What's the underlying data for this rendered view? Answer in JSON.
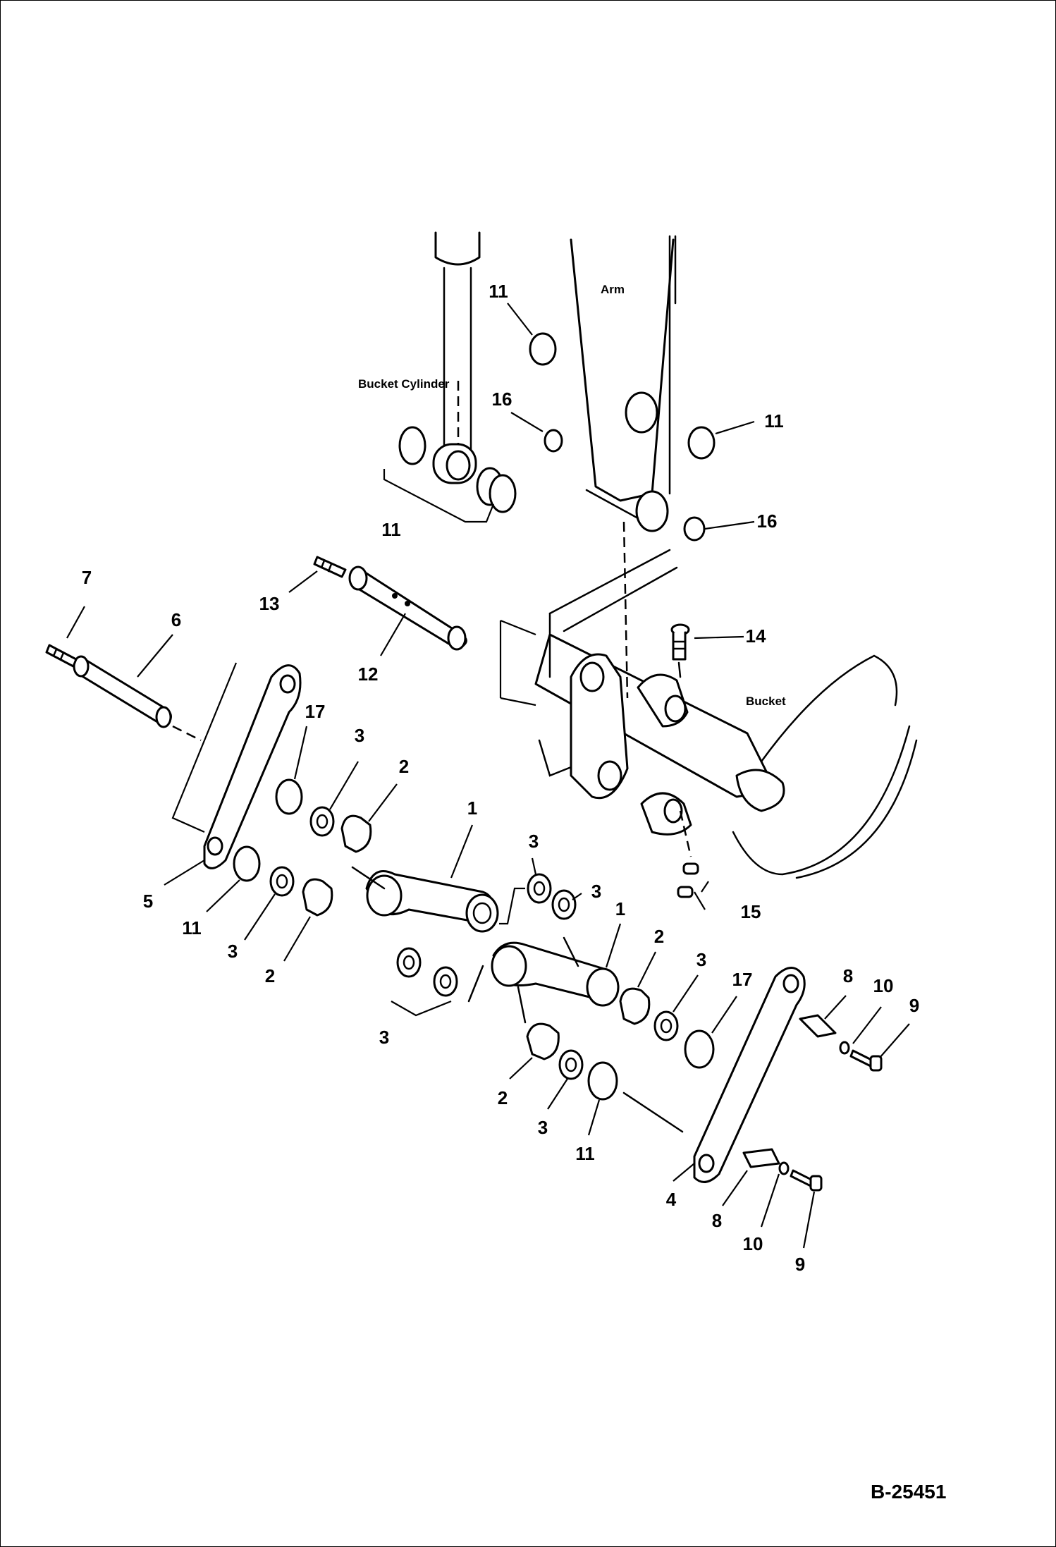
{
  "labels": {
    "arm": "Arm",
    "bucket_cylinder": "Bucket Cylinder",
    "bucket": "Bucket"
  },
  "reference": "B-25451",
  "callouts": {
    "c11a": "11",
    "c16a": "16",
    "c11b": "11",
    "c11c": "11",
    "c16b": "16",
    "c13": "13",
    "c7": "7",
    "c6": "6",
    "c12": "12",
    "c14": "14",
    "c17a": "17",
    "c3a": "3",
    "c2a": "2",
    "c1a": "1",
    "c3b": "3",
    "c3c": "3",
    "c5": "5",
    "c11d": "11",
    "c3d": "3",
    "c2b": "2",
    "c15": "15",
    "c1b": "1",
    "c2c": "2",
    "c3e": "3",
    "c17b": "17",
    "c8a": "8",
    "c10a": "10",
    "c9a": "9",
    "c3f": "3",
    "c2d": "2",
    "c3g": "3",
    "c11e": "11",
    "c4": "4",
    "c8b": "8",
    "c10b": "10",
    "c9b": "9"
  }
}
